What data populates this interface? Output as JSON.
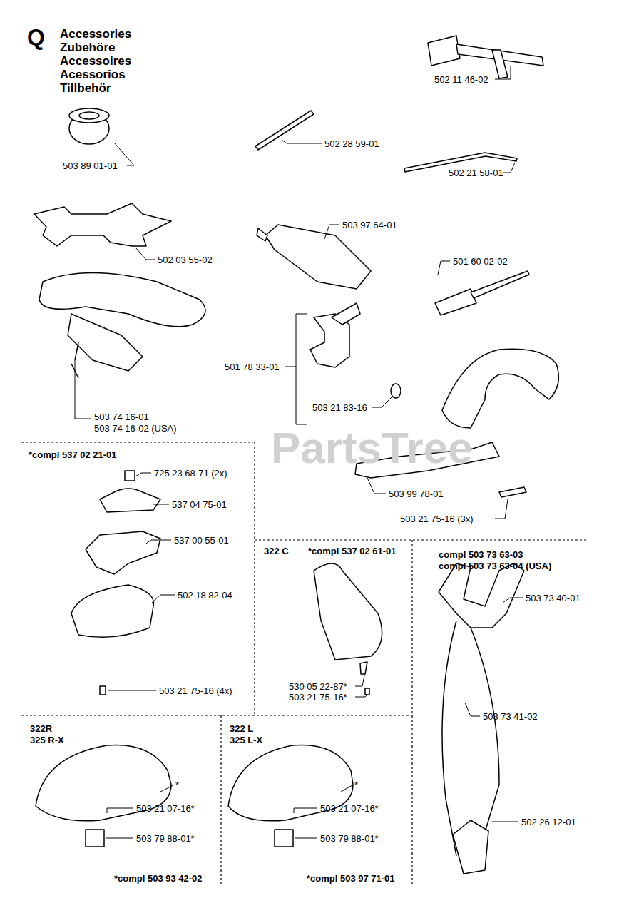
{
  "diagram": {
    "title": "Accessories Zubehöre Accessoires Acessorios Tillbehör",
    "labels": [
      "Q",
      "502 11 46-02",
      "503 89 01-01",
      "502 28 59-01",
      "502 21 58-01",
      "502 03 55-02",
      "503 97 64-01",
      "501 60 02-02",
      "501 78 33-01",
      "503 21 83-16",
      "503 74 16-01",
      "503 74 16-02 (USA)",
      "*compl 537 02 21-01",
      "725 23 68-71 (2x)",
      "537 04 75-01",
      "537 00 55-01",
      "502 18 82-04",
      "503 99 78-01",
      "503 21 75-16 (3x)",
      "PartsTree",
      "322 C",
      "*compl 537 02 61-01",
      "compl 503 73 63-03",
      "compl 503 73 63-04 (USA)",
      "503 73 40-01",
      "503 21 75-16 (4x)",
      "530 05 22-87*",
      "503 21 75-16*",
      "503 73 41-02",
      "322R",
      "325 R-X",
      "322 L",
      "325 L-X",
      "*",
      "*",
      "503 21 07-16*",
      "503 21 07-16*",
      "503 79 88-01*",
      "503 79 88-01*",
      "502 26 12-01",
      "*compl 503 93 42-02",
      "*compl 503 97 71-01"
    ]
  }
}
